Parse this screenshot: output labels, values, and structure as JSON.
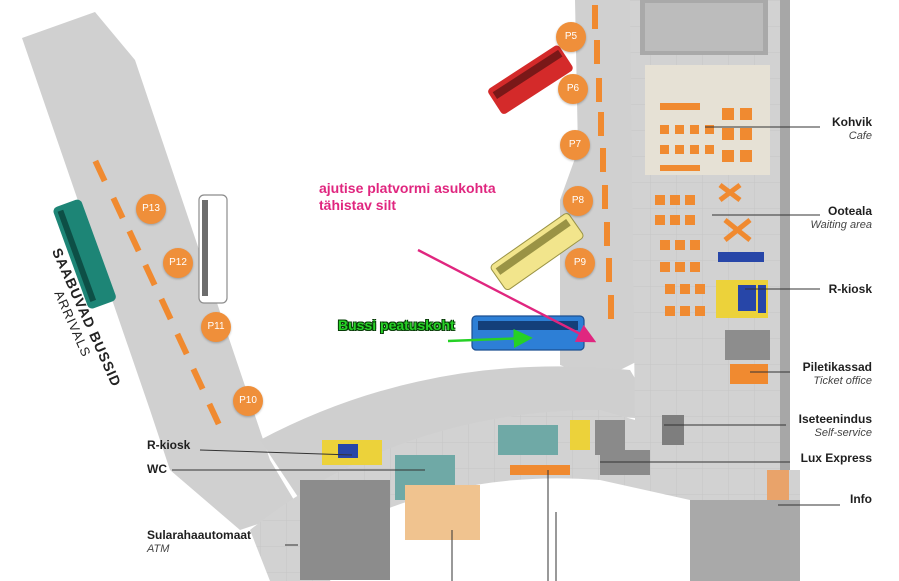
{
  "map": {
    "colors": {
      "platform": "#d0d0d0",
      "building": "#bdbdbd",
      "orange": "#f08a30",
      "bay_badge": "#ef8f3a",
      "note_pink": "#e0267f",
      "stop_green": "#26d126",
      "bus_red": "#d42a2a",
      "bus_yellow": "#f2e58c",
      "bus_white": "#ffffff",
      "bus_teal": "#1d8576",
      "bus_blue": "#2d7fd6"
    },
    "bays": [
      "P5",
      "P6",
      "P7",
      "P8",
      "P9",
      "P10",
      "P11",
      "P12",
      "P13"
    ],
    "arrivals": {
      "title": "SAABUVAD BUSSID",
      "subtitle": "ARRIVALS"
    },
    "temporary_note": {
      "line1": "ajutise platvormi asukohta",
      "line2": "tähistav silt"
    },
    "bus_stop_label": "Bussi peatuskoht",
    "labels_right": [
      {
        "main": "Kohvik",
        "sub": "Cafe"
      },
      {
        "main": "Ooteala",
        "sub": "Waiting area"
      },
      {
        "main": "R-kiosk",
        "sub": ""
      },
      {
        "main": "Piletikassad",
        "sub": "Ticket office"
      },
      {
        "main": "Iseteenindus",
        "sub": "Self-service"
      },
      {
        "main": "Lux Express",
        "sub": ""
      },
      {
        "main": "Info",
        "sub": ""
      }
    ],
    "labels_left": [
      {
        "main": "R-kiosk",
        "sub": ""
      },
      {
        "main": "WC",
        "sub": ""
      },
      {
        "main": "Sularahaautomaat",
        "sub": "ATM"
      }
    ],
    "icons": {
      "pointer": "pink-arrow-icon",
      "stop": "green-arrow-icon"
    }
  }
}
